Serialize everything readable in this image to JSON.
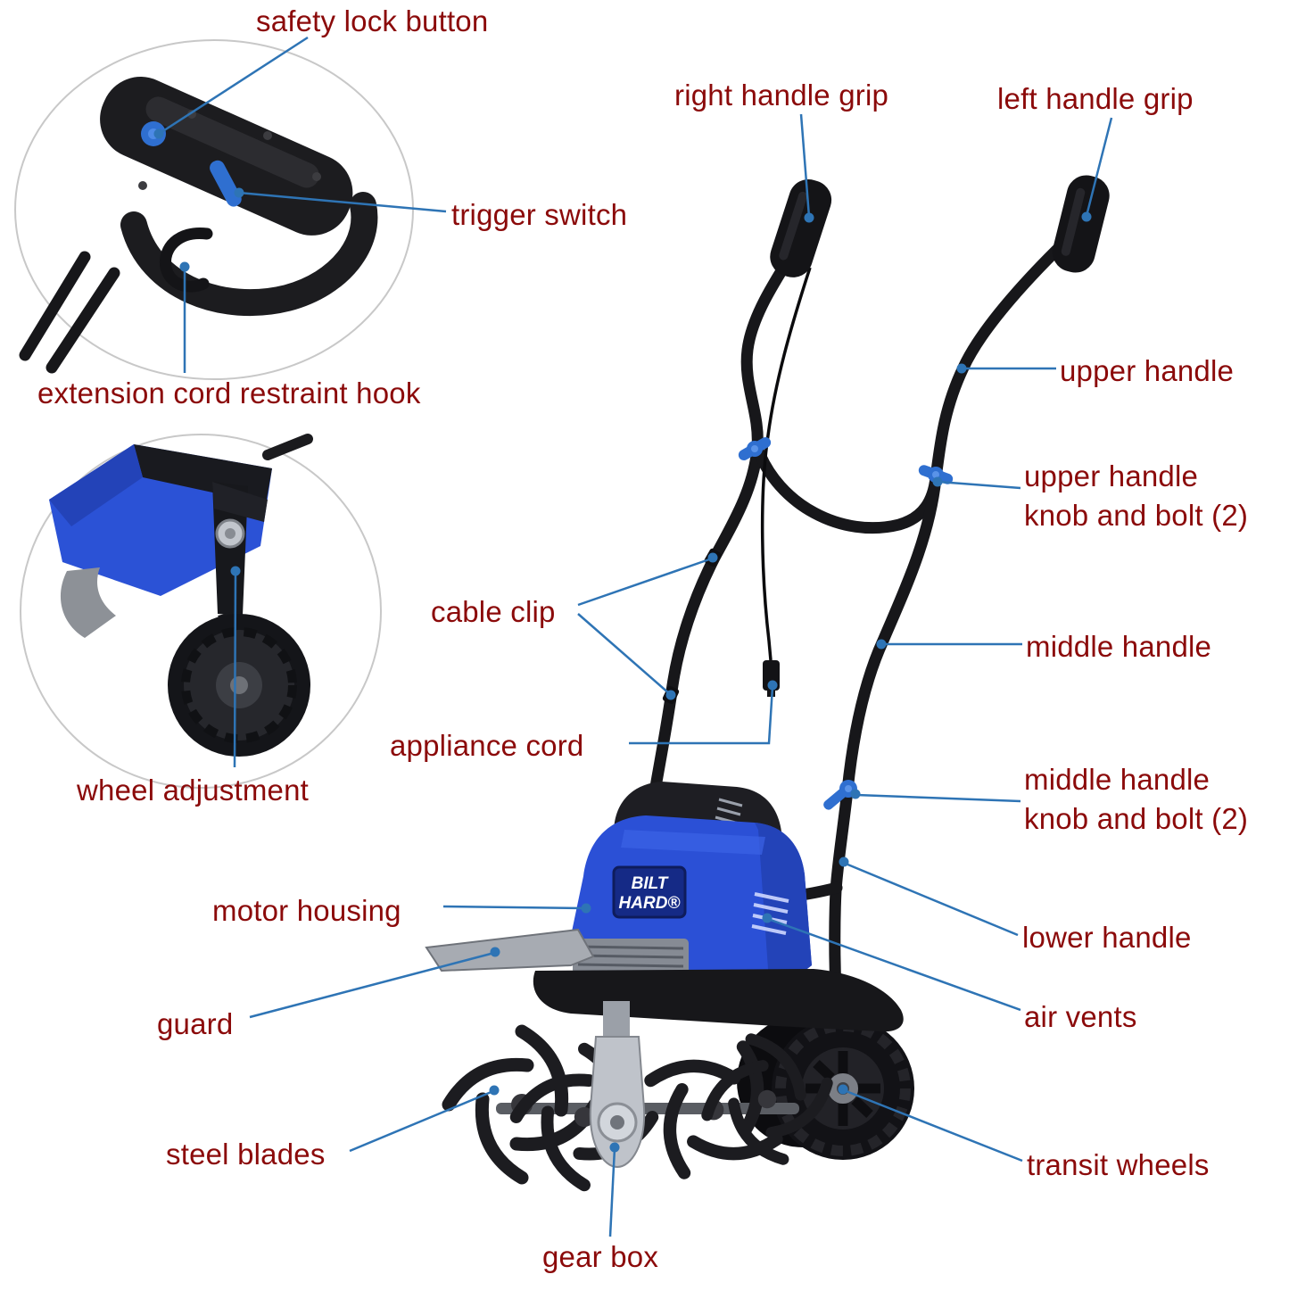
{
  "page": {
    "background": "#ffffff",
    "description": "electric tiller cultivator parts diagram"
  },
  "colors": {
    "label_text": "#8b0a0a",
    "leader_line": "#2e74b5",
    "machine_blue": "#2b50d6",
    "machine_black": "#17171a",
    "accent_part_blue": "#2f6fd0"
  },
  "brand": {
    "line1": "BILT",
    "line2": "HARD®"
  },
  "labels": {
    "safety_lock_button": "safety lock button",
    "trigger_switch": "trigger switch",
    "extension_cord_restraint_hook": "extension cord restraint hook",
    "right_handle_grip": "right handle grip",
    "left_handle_grip": "left handle grip",
    "upper_handle": "upper handle",
    "upper_handle_knob_and_bolt": "upper handle\nknob and bolt (2)",
    "cable_clip": "cable clip",
    "middle_handle": "middle handle",
    "appliance_cord": "appliance cord",
    "middle_handle_knob_and_bolt": "middle handle\nknob and bolt (2)",
    "wheel_adjustment": "wheel adjustment",
    "motor_housing": "motor housing",
    "lower_handle": "lower handle",
    "guard": "guard",
    "air_vents": "air vents",
    "steel_blades": "steel blades",
    "transit_wheels": "transit wheels",
    "gear_box": "gear box"
  }
}
